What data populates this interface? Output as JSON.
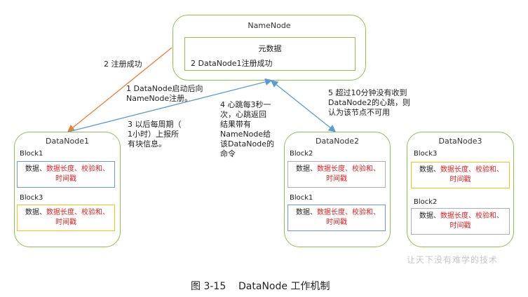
{
  "namenode": {
    "title": "NameNode",
    "metadata_label": "元数据",
    "registered_text": "2 DataNode1注册成功"
  },
  "datanodes": [
    {
      "title": "DataNode1",
      "blocks": [
        {
          "name": "Block1",
          "data_prefix": "数据、",
          "data_red": "数据长度、校验和、",
          "data_red2": "时间戳",
          "border_color": "#6b9bd2"
        },
        {
          "name": "Block3",
          "data_prefix": "数据、",
          "data_red": "数据长度、校验和、",
          "data_red2": "时间戳",
          "border_color": "#f0c419"
        }
      ]
    },
    {
      "title": "DataNode2",
      "blocks": [
        {
          "name": "Block2",
          "data_prefix": "数据、",
          "data_red": "数据长度、校验和、",
          "data_red2": "时间戳",
          "border_color": "#b0b0b0"
        },
        {
          "name": "Block1",
          "data_prefix": "数据、",
          "data_red": "数据长度、校验和、",
          "data_red2": "时间戳",
          "border_color": "#6b9bd2"
        }
      ]
    },
    {
      "title": "DataNode3",
      "blocks": [
        {
          "name": "Block3",
          "data_prefix": "数据、",
          "data_red": "数据长度、校验和、",
          "data_red2": "时间戳",
          "border_color": "#f0c419"
        },
        {
          "name": "Block2",
          "data_prefix": "数据、",
          "data_red": "数据长度、校验和、",
          "data_red2": "时间戳",
          "border_color": "#b0b0b0"
        }
      ]
    }
  ],
  "notes": {
    "step1": "1 DataNode启动后向\nNameNode注册。",
    "step2": "2 注册成功",
    "step3": "3 以后每周期（\n1小时）上报所\n有块信息。",
    "step4": "4 心跳每3秒一\n次，心跳返回\n结果带有\nNameNode给\n该DataNode的\n命令",
    "step5": "5 超过10分钟没有收到\nDataNode2的心跳，则\n认为该节点不可用"
  },
  "caption": "图 3-15    DataNode 工作机制",
  "watermark": "让天下没有难学的技术",
  "colors": {
    "node_border": "#8cc152",
    "arrow_orange": "#ed7d31",
    "arrow_blue": "#5b9bd5",
    "red_text": "#e02020"
  }
}
